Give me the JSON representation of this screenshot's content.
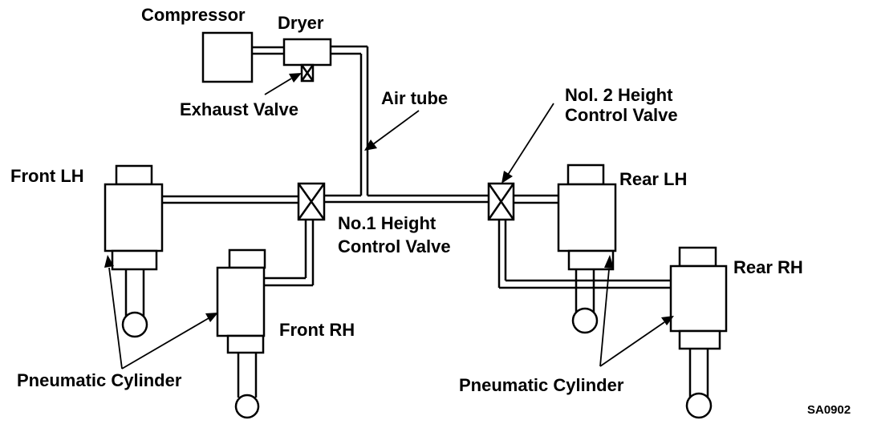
{
  "labels": {
    "compressor": "Compressor",
    "dryer": "Dryer",
    "exhaust_valve": "Exhaust Valve",
    "air_tube": "Air tube",
    "front_lh": "Front LH",
    "no1_line1": "No.1 Height",
    "no1_line2": "Control Valve",
    "no2_line1": "Nol. 2 Height",
    "no2_line2": "Control Valve",
    "rear_lh": "Rear LH",
    "rear_rh": "Rear RH",
    "front_rh": "Front RH",
    "pneumatic_left": "Pneumatic Cylinder",
    "pneumatic_right": "Pneumatic Cylinder",
    "figure_code": "SA0902"
  }
}
